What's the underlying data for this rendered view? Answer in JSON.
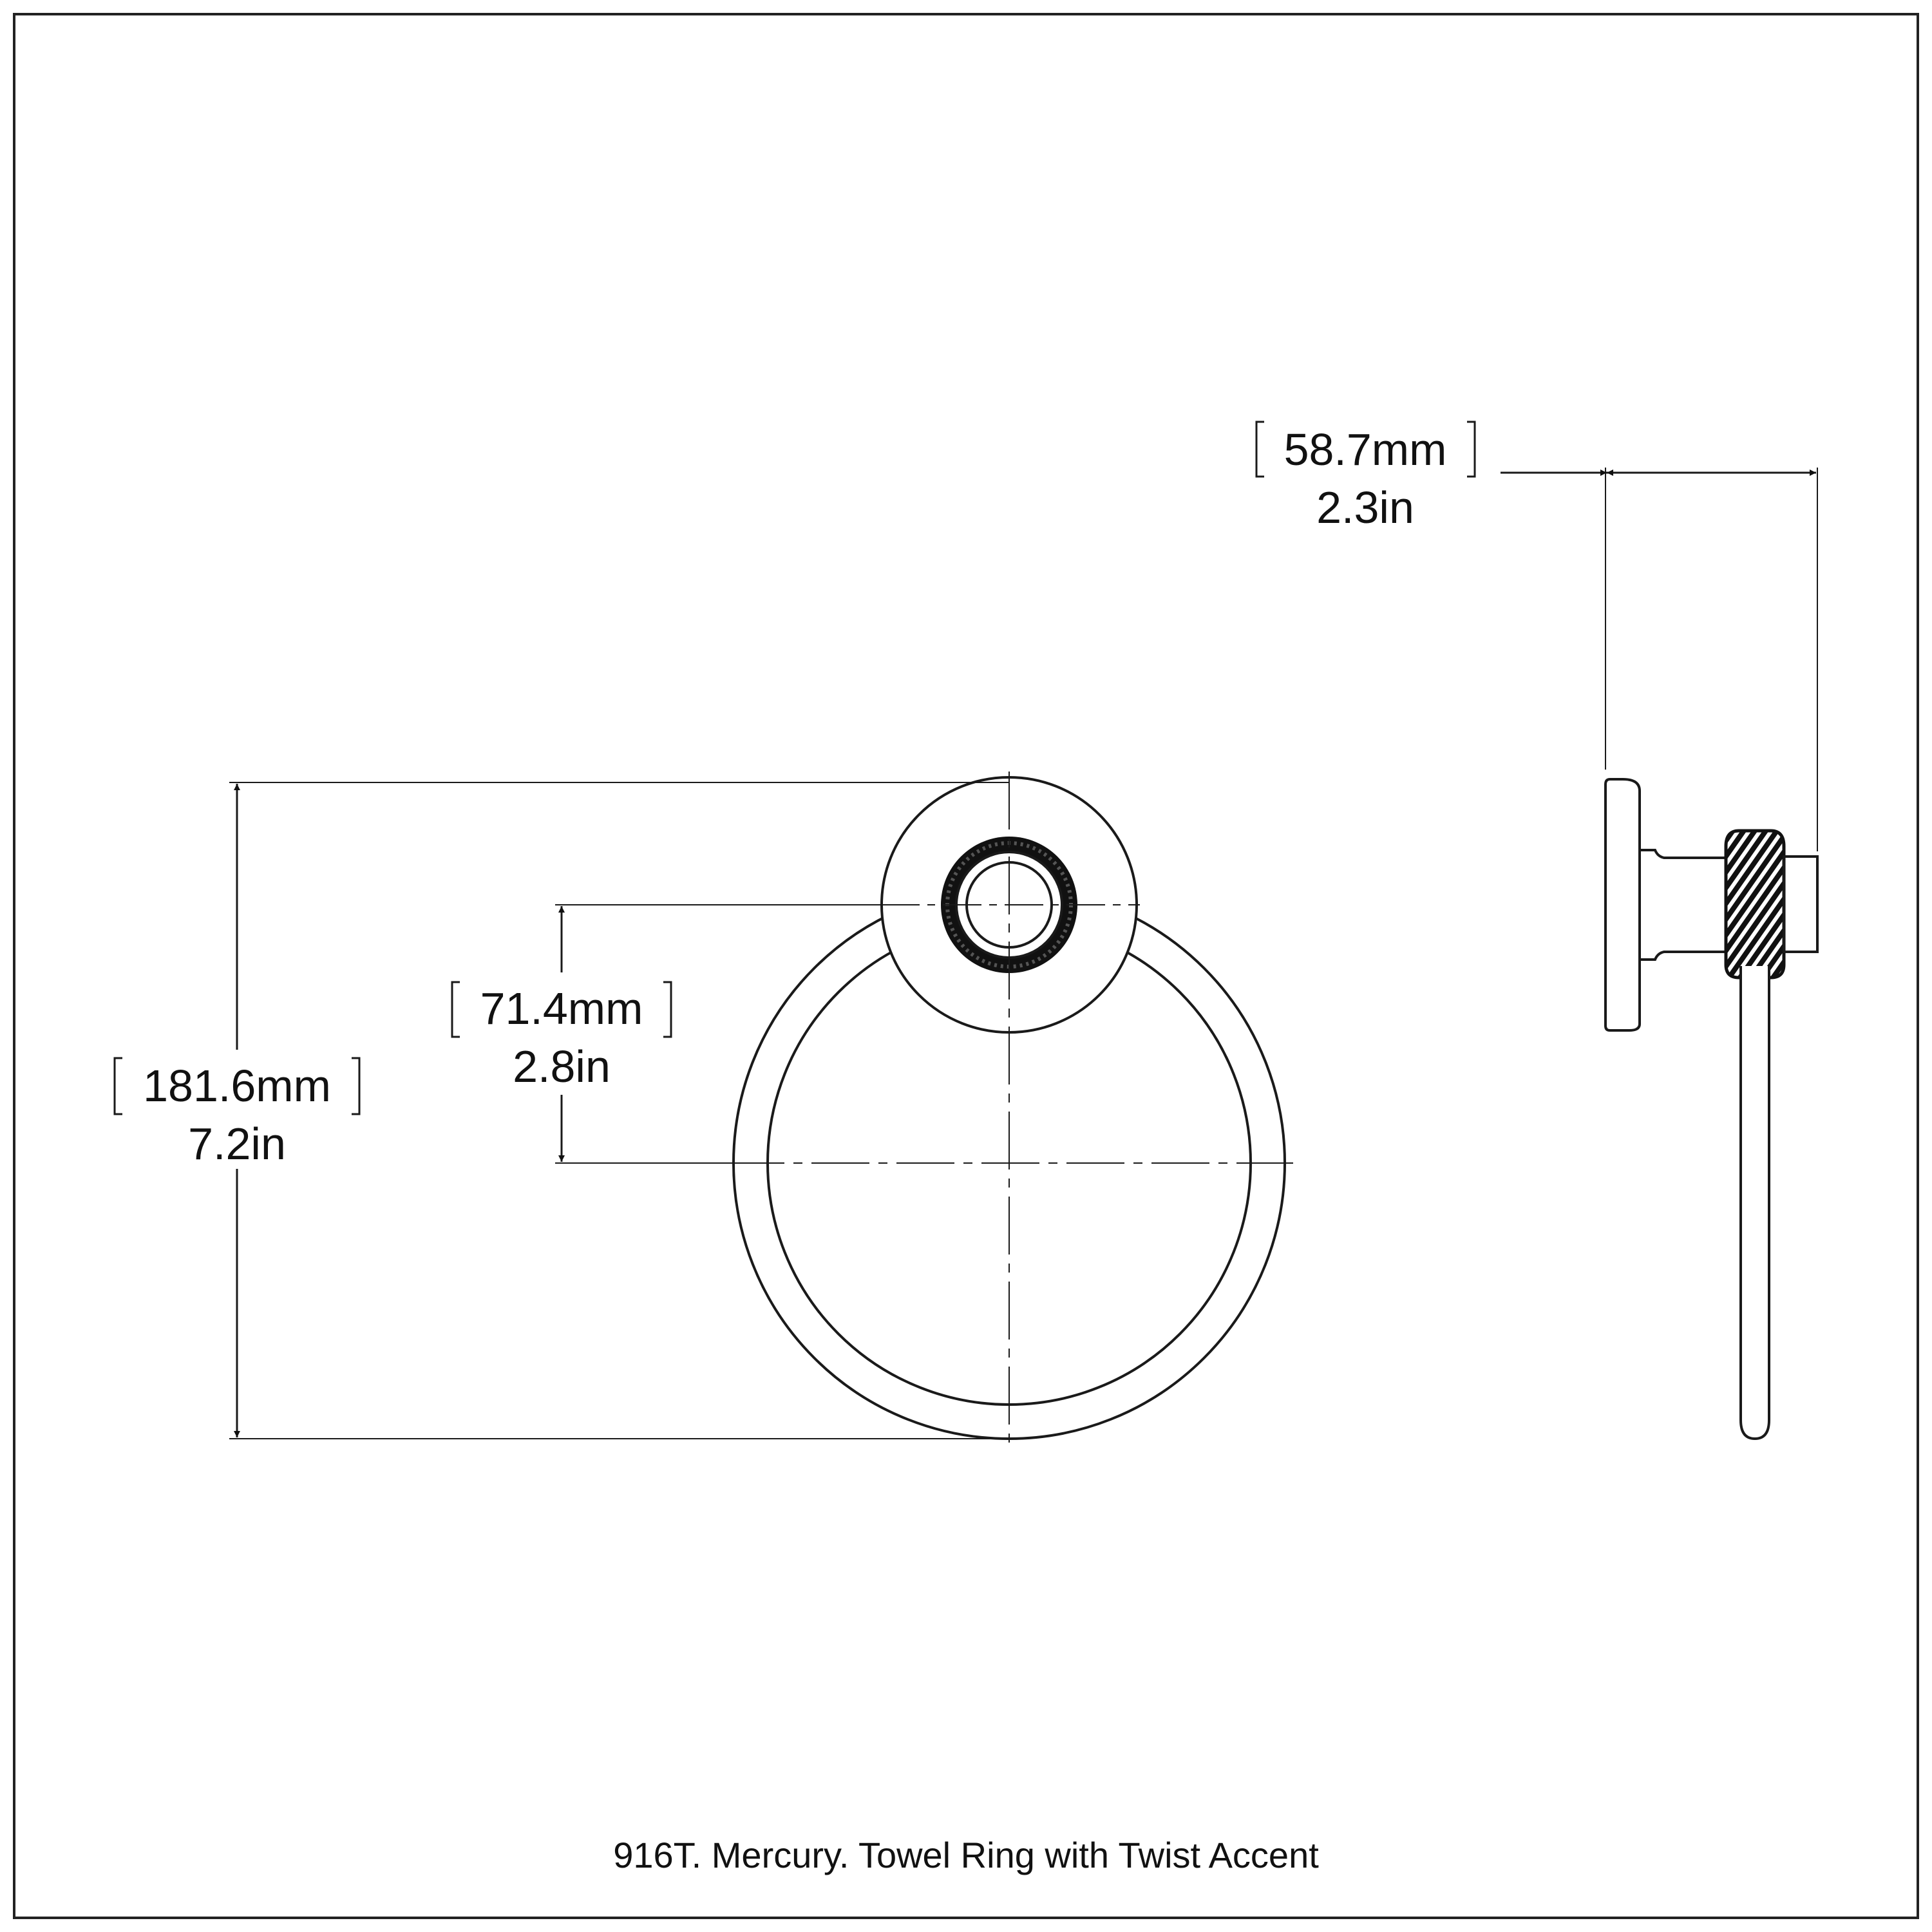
{
  "drawing": {
    "line_color": "#1a1a1a",
    "background": "#ffffff"
  },
  "dimensions": {
    "overall_height": {
      "mm": "181.6mm",
      "in": "7.2in"
    },
    "mount_to_center": {
      "mm": "71.4mm",
      "in": "2.8in"
    },
    "projection": {
      "mm": "58.7mm",
      "in": "2.3in"
    }
  },
  "caption": "916T. Mercury. Towel Ring with Twist Accent"
}
